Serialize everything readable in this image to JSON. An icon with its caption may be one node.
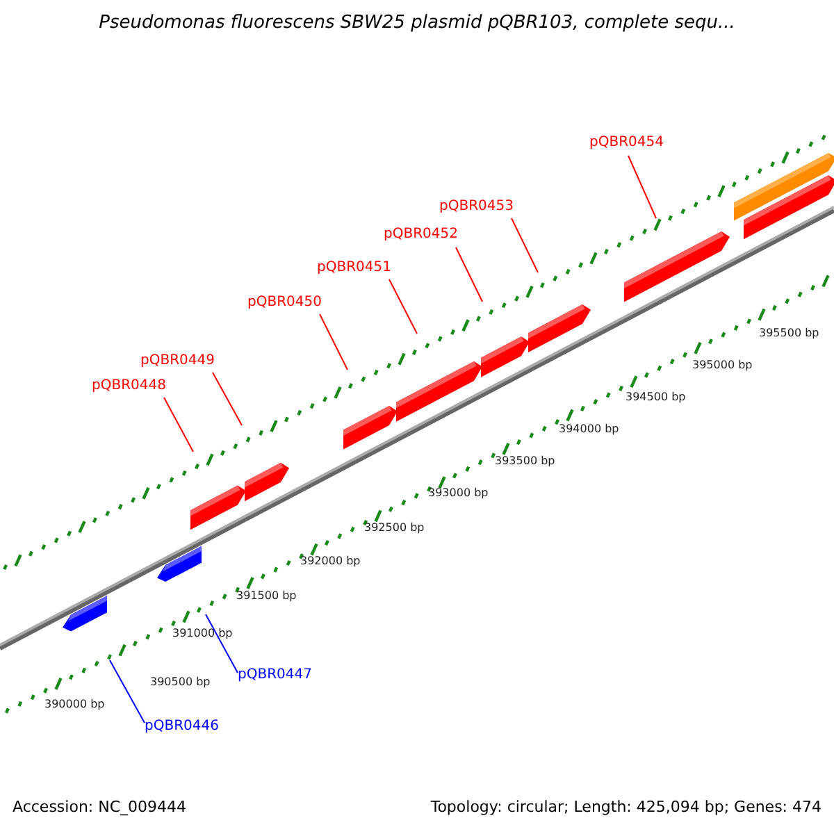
{
  "diagram": {
    "title": "Pseudomonas fluorescens SBW25 plasmid pQBR103, complete sequ...",
    "nodes": [
      {
        "text": [
          "pQBR0448"
        ]
      },
      {
        "text": [
          "pQBR0449"
        ]
      },
      {
        "text": [
          "pQBR0450"
        ]
      },
      {
        "text": [
          "pQBR0451"
        ]
      },
      {
        "text": [
          "pQBR0452"
        ]
      },
      {
        "text": [
          "pQBR0453"
        ]
      },
      {
        "text": [
          "pQBR0454"
        ]
      },
      {
        "text": [
          "pQBR0447"
        ]
      },
      {
        "text": [
          "pQBR0446"
        ]
      }
    ],
    "edges": [
      {
        "from": 0,
        "to": null,
        "arrow": "none"
      },
      {
        "from": 1,
        "to": null,
        "arrow": "none"
      },
      {
        "from": 2,
        "to": null,
        "arrow": "none"
      },
      {
        "from": 3,
        "to": null,
        "arrow": "none"
      },
      {
        "from": 4,
        "to": null,
        "arrow": "none"
      },
      {
        "from": 5,
        "to": null,
        "arrow": "none"
      },
      {
        "from": 6,
        "to": null,
        "arrow": "none"
      },
      {
        "from": 7,
        "to": null,
        "arrow": "none",
        "color": "#0000ff"
      },
      {
        "from": 8,
        "to": null,
        "arrow": "none",
        "color": "#0000ff"
      }
    ],
    "labels": [
      "395500 bp",
      "395000 bp",
      "394500 bp",
      "394000 bp",
      "393500 bp",
      "393000 bp",
      "392500 bp",
      "392000 bp",
      "391500 bp",
      "391000 bp",
      "390500 bp",
      "390000 bp",
      "Accession: NC_009444",
      "Topology: circular; Length: 425,094 bp; Genes: 474"
    ]
  }
}
